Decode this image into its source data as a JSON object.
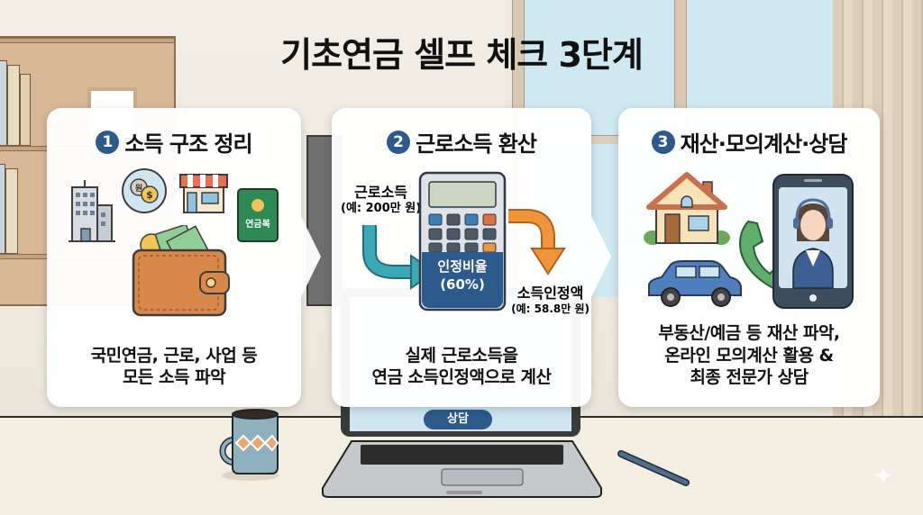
{
  "title": "기초연금 셀프 체크 3단계",
  "colors": {
    "step_badge": "#2d5a8c",
    "teal_arrow": "#3aa8b5",
    "orange_arrow": "#f0953c",
    "card_bg": "#ffffff",
    "wall": "#f2eee6",
    "window_sky": "#cfe9f3"
  },
  "steps": [
    {
      "number": "1",
      "title": "소득 구조 정리",
      "icons": [
        "office-building-icon",
        "coins-icon",
        "store-icon",
        "pension-book-icon",
        "wallet-icon"
      ],
      "icon_labels": {
        "coin": "원",
        "coin2": "$",
        "pension_book": "연금복"
      },
      "description_lines": [
        "국민연금, 근로, 사업 등",
        "모든 소득 파악"
      ]
    },
    {
      "number": "2",
      "title": "근로소득 환산",
      "input_label": "근로소득",
      "input_example": "(예: 200만 원)",
      "calculator_label": "인정비율",
      "calculator_value": "(60%)",
      "output_label": "소득인정액",
      "output_example": "(예: 58.8만 원)",
      "description_lines": [
        "실제 근로소득을",
        "연금 소득인정액으로 계산"
      ]
    },
    {
      "number": "3",
      "title": "재산·모의계산·상담",
      "icons": [
        "house-icon",
        "car-icon",
        "phone-icon",
        "consultant-icon"
      ],
      "description_lines": [
        "부동산/예금 등 재산 파악,",
        "온라인 모의계산 활용 &",
        "최종 전문가 상담"
      ]
    }
  ],
  "laptop": {
    "button_label": "상담"
  }
}
